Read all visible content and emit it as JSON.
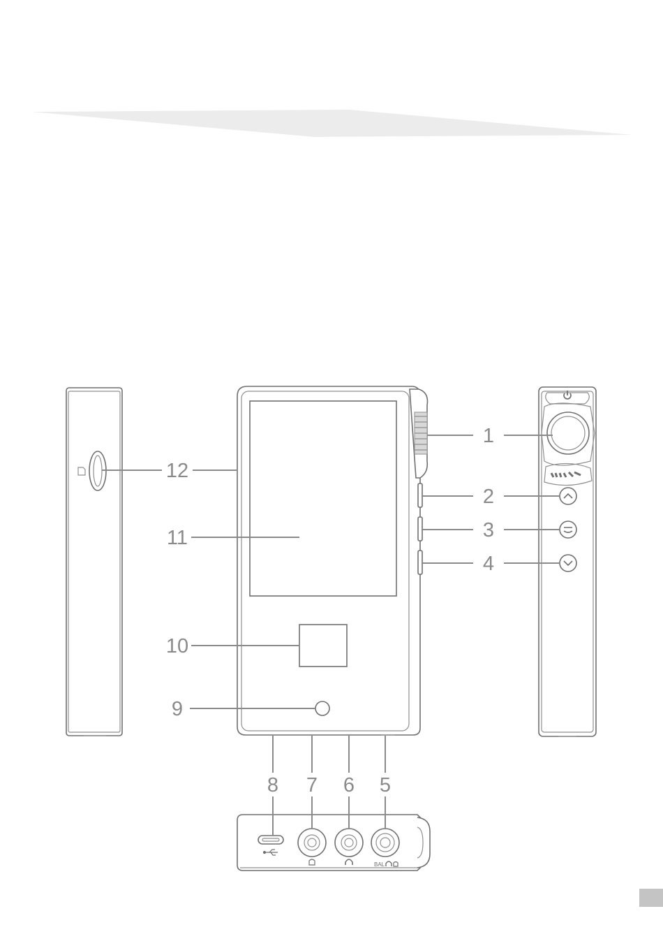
{
  "callouts": [
    {
      "id": "1",
      "label": "1"
    },
    {
      "id": "2",
      "label": "2"
    },
    {
      "id": "3",
      "label": "3"
    },
    {
      "id": "4",
      "label": "4"
    },
    {
      "id": "5",
      "label": "5"
    },
    {
      "id": "6",
      "label": "6"
    },
    {
      "id": "7",
      "label": "7"
    },
    {
      "id": "8",
      "label": "8"
    },
    {
      "id": "9",
      "label": "9"
    },
    {
      "id": "10",
      "label": "10"
    },
    {
      "id": "11",
      "label": "11"
    },
    {
      "id": "12",
      "label": "12"
    }
  ],
  "bottom_panel": {
    "balanced_label": "BAL"
  },
  "colors": {
    "line": "#8a8a8a",
    "outline": "#6f6f6f",
    "banner": "#ececec",
    "page_tab": "#c4c4c4"
  }
}
